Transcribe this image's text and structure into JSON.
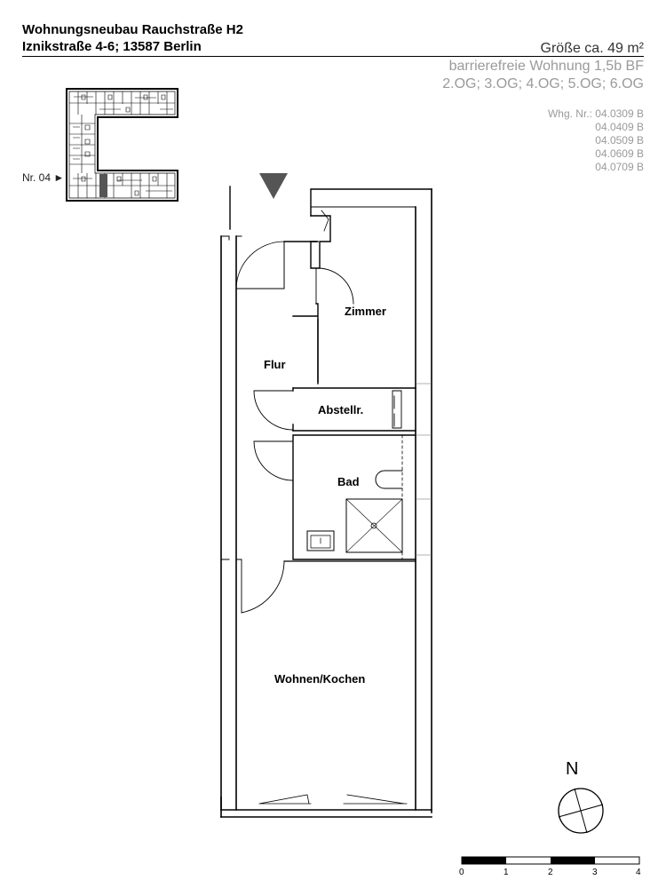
{
  "header": {
    "title": "Wohnungsneubau Rauchstraße H2",
    "address": "Iznikstraße 4-6; 13587 Berlin",
    "size": "Größe ca. 49 m²",
    "apartment_type": "barrierefreie Wohnung 1,5b BF",
    "floors": "2.OG; 3.OG; 4.OG; 5.OG; 6.OG"
  },
  "units": {
    "label": "Whg. Nr.: 04.0309 B",
    "others": [
      "04.0409 B",
      "04.0509 B",
      "04.0609 B",
      "04.0709 B"
    ]
  },
  "key_plan": {
    "marker": "Nr. 04 ►",
    "highlight_color": "#555555"
  },
  "rooms": {
    "zimmer": "Zimmer",
    "flur": "Flur",
    "abstellr": "Abstellr.",
    "bad": "Bad",
    "wohnen": "Wohnen/Kochen"
  },
  "compass": {
    "label": "N"
  },
  "scale": {
    "ticks": [
      "0",
      "1",
      "2",
      "3",
      "4"
    ]
  }
}
